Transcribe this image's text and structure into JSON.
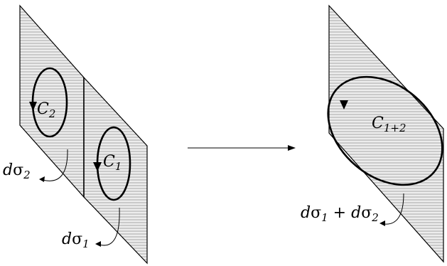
{
  "labels": {
    "c2": {
      "main": "C",
      "sub": "2"
    },
    "c1": {
      "main": "C",
      "sub": "1"
    },
    "c12": {
      "main": "C",
      "sub": "1+2"
    },
    "dsigma2": {
      "d": "d",
      "sigma": "σ",
      "sub": "2"
    },
    "dsigma1": {
      "d": "d",
      "sigma": "σ",
      "sub": "1"
    },
    "dsigma_sum": {
      "d1": "d",
      "sigma1": "σ",
      "sub1": "1",
      "plus": " + ",
      "d2": "d",
      "sigma2": "σ",
      "sub2": "2"
    }
  }
}
